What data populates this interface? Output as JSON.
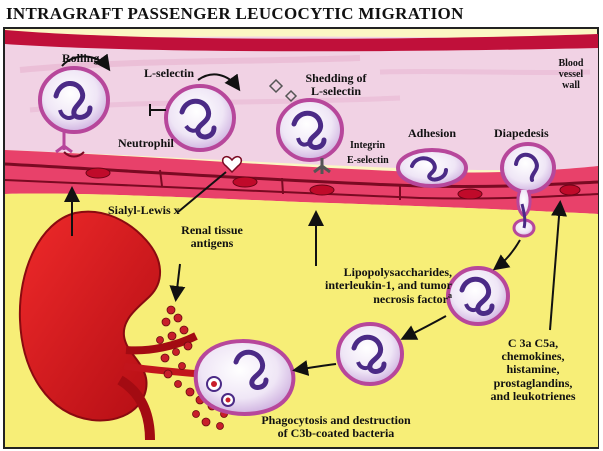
{
  "title": "INTRAGRAFT PASSENGER LEUCOCYTIC MIGRATION",
  "labels": {
    "rolling": "Rolling",
    "l_selectin": "L-selectin",
    "shedding_line1": "Shedding of",
    "shedding_line2": "L-selectin",
    "blood_vessel_line1": "Blood",
    "blood_vessel_line2": "vessel",
    "blood_vessel_line3": "wall",
    "neutrophil": "Neutrophil",
    "integrin": "Integrin",
    "e_selectin": "E-selectin",
    "adhesion": "Adhesion",
    "diapedesis": "Diapedesis",
    "sialyl_lewis": "Sialyl-Lewis x",
    "renal_line1": "Renal tissue",
    "renal_line2": "antigens",
    "lps_line1": "Lipopolysaccharides,",
    "lps_line2": "interleukin-1, and tumor",
    "lps_line3": "necrosis factor",
    "lps_sup": "a",
    "c3a_line1": "C 3a C5a,",
    "c3a_line2": "chemokines,",
    "c3a_line3": "histamine,",
    "c3a_line4": "prostaglandins,",
    "c3a_line5": "and leukotrienes",
    "phago_line1": "Phagocytosis and destruction",
    "phago_line2": "of C3b-coated bacteria"
  },
  "colors": {
    "vessel_lumen": "#f2d3e2",
    "vessel_wall": "#c8102e",
    "endothelium": "#e8506a",
    "tissue": "#f7ef7a",
    "kidney": "#d7191c",
    "cell_membrane": "#b7479b",
    "cell_fill": "#e9dff2",
    "nucleus": "#4b2a86",
    "bacteria": "#c81e2a"
  }
}
